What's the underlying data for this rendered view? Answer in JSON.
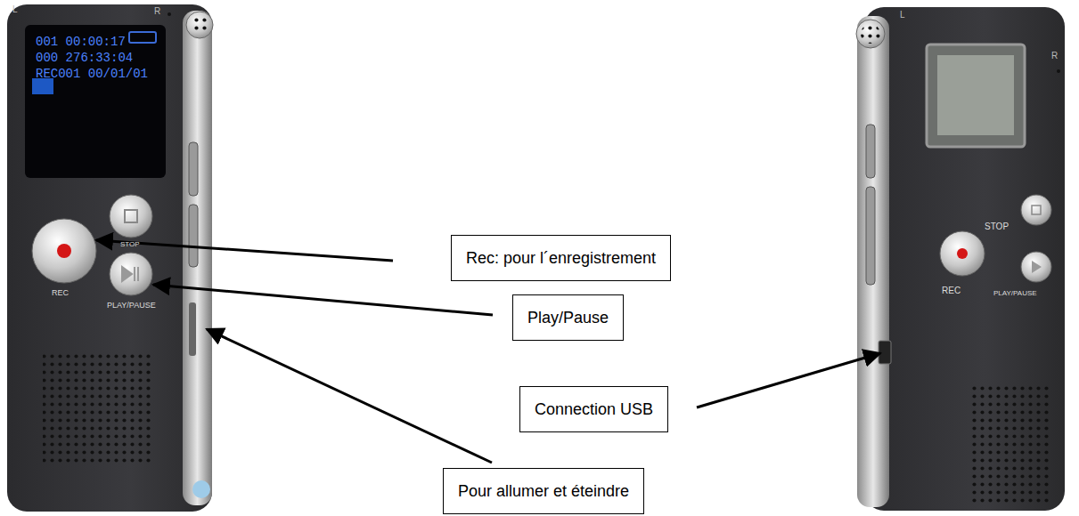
{
  "diagram": {
    "nodes": [
      {
        "text": [
          "Rec: pour l´enregistrement"
        ]
      },
      {
        "text": [
          "Play/Pause"
        ]
      },
      {
        "text": [
          "Connection USB"
        ]
      },
      {
        "text": [
          "Pour allumer et éteindre"
        ]
      }
    ],
    "labels": [
      "001 00:00:17",
      "000 276:33:04",
      "REC001 00/01/01",
      "L",
      "R",
      "REC",
      "STOP",
      "PLAY/PAUSE",
      "L",
      "R",
      "STOP",
      "REC",
      "PLAY/PAUSE"
    ]
  }
}
